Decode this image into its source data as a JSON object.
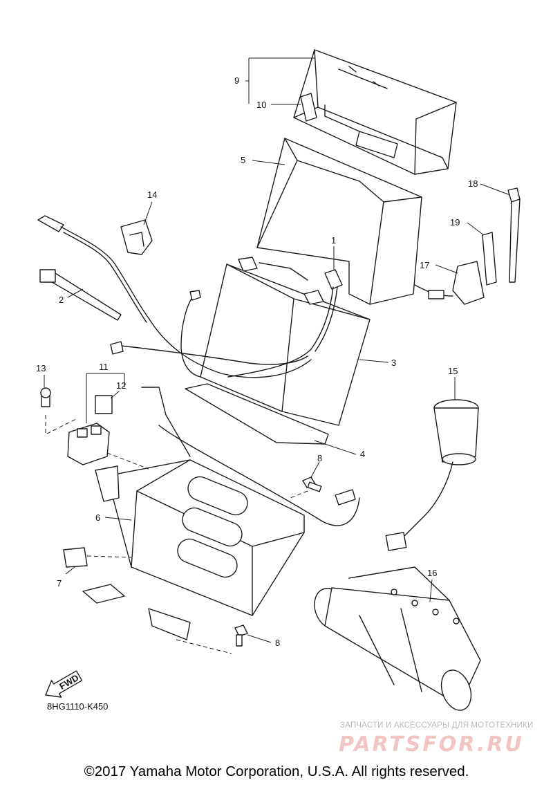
{
  "callouts": {
    "c1": "1",
    "c2": "2",
    "c3": "3",
    "c4": "4",
    "c5": "5",
    "c6": "6",
    "c7": "7",
    "c8a": "8",
    "c8b": "8",
    "c9": "9",
    "c10": "10",
    "c11": "11",
    "c12": "12",
    "c13": "13",
    "c14": "14",
    "c15": "15",
    "c16": "16",
    "c17": "17",
    "c18": "18",
    "c19": "19"
  },
  "fwd_label": "FWD",
  "diagram_code": "8HG1110-K450",
  "watermark": {
    "caption": "ЗАПЧАСТИ И АКСЕССУАРЫ ДЛЯ МОТОТЕХНИКИ",
    "logo": "PARTSFOR.RU"
  },
  "copyright": "©2017 Yamaha Motor Corporation, U.S.A. All rights reserved.",
  "colors": {
    "line": "#1a1a1a",
    "watermark_caption": "#b9b9b9",
    "watermark_logo": "#f2c4c4"
  }
}
